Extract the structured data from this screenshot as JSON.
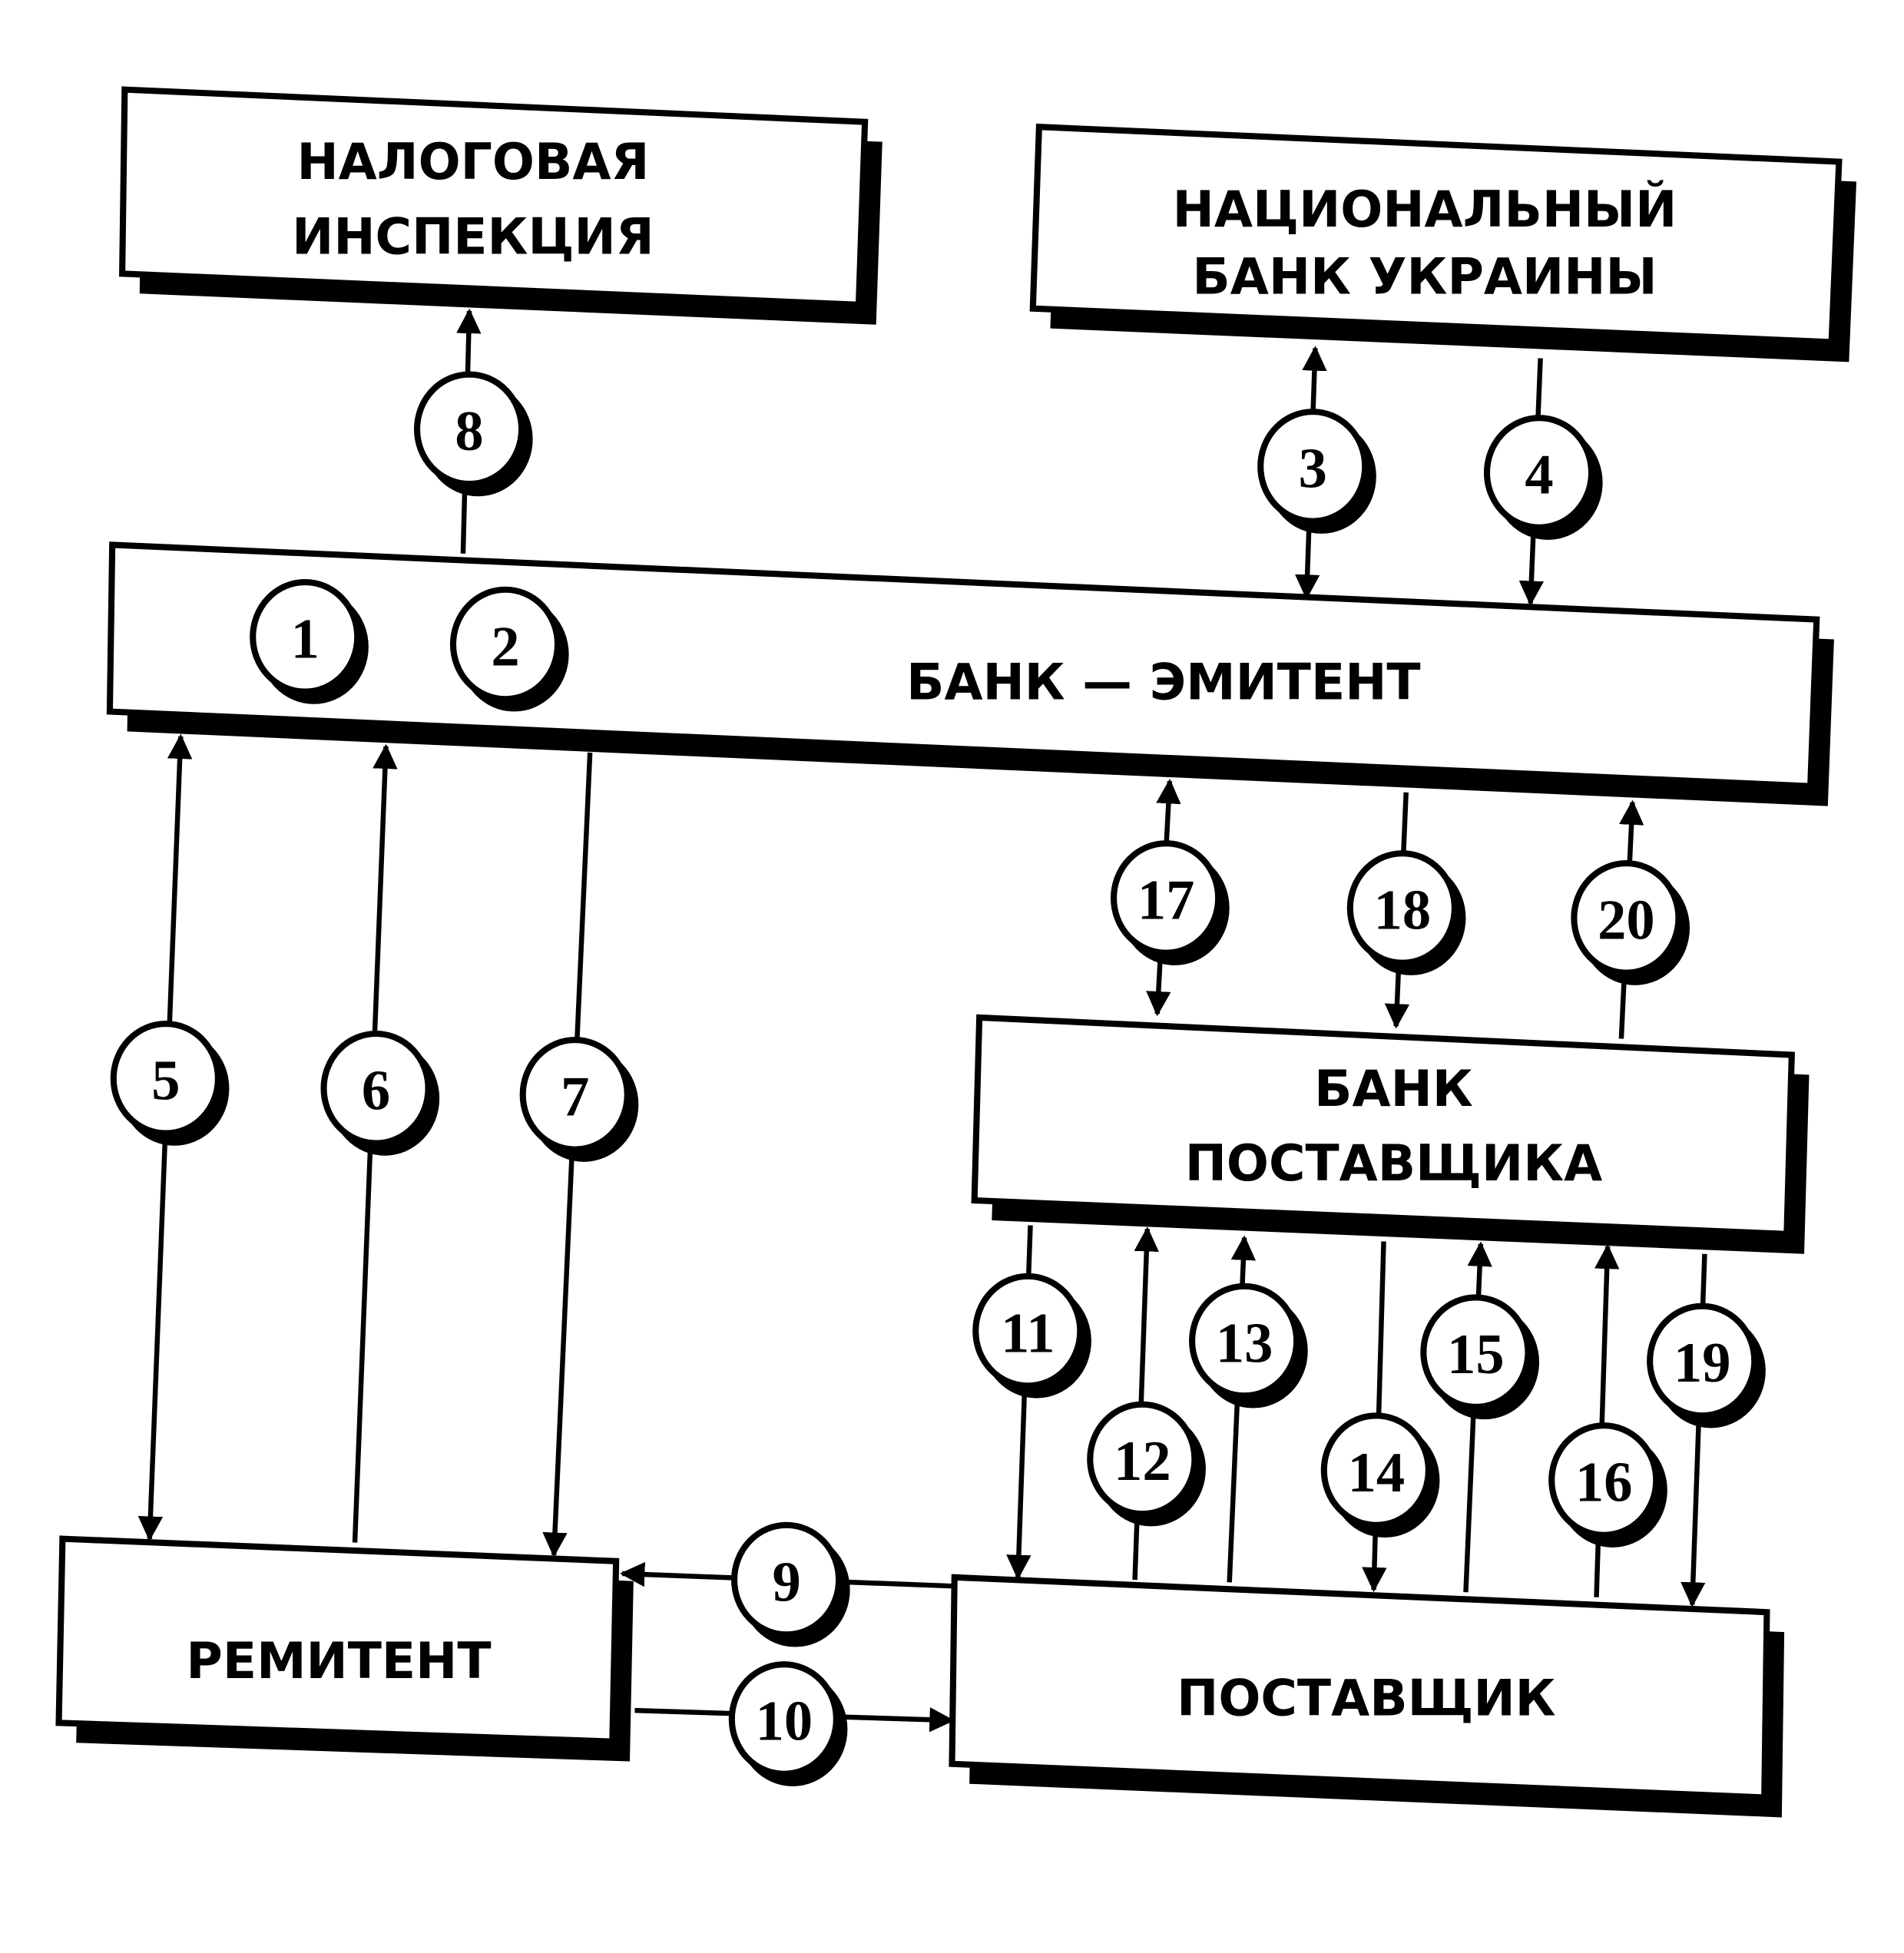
{
  "boxes": {
    "tax": [
      "НАЛОГОВАЯ",
      "ИНСПЕКЦИЯ"
    ],
    "nbu": [
      "НАЦИОНАЛЬНЫЙ",
      "БАНК УКРАИНЫ"
    ],
    "emitent": [
      "БАНК — ЭМИТЕНТ"
    ],
    "supplier_bank": [
      "БАНК",
      "ПОСТАВЩИКА"
    ],
    "remitent": [
      "РЕМИТЕНТ"
    ],
    "supplier": [
      "ПОСТАВЩИК"
    ]
  },
  "steps": [
    "1",
    "2",
    "3",
    "4",
    "5",
    "6",
    "7",
    "8",
    "9",
    "10",
    "11",
    "12",
    "13",
    "14",
    "15",
    "16",
    "17",
    "18",
    "19",
    "20"
  ]
}
